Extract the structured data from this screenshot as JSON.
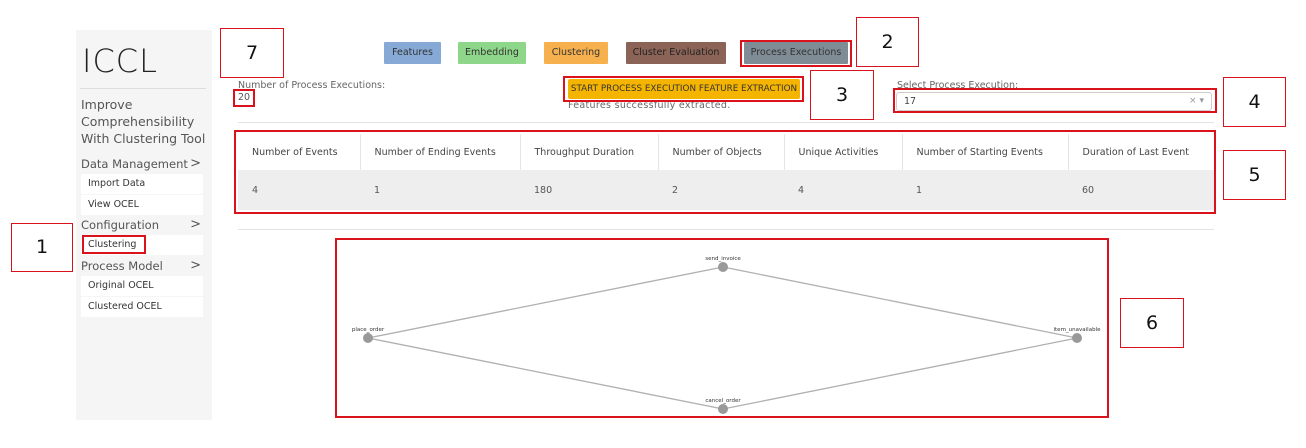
{
  "app": {
    "title": "ICCL",
    "subtitle": "Improve Comprehensibility With Clustering Tool"
  },
  "sidebar": {
    "sections": [
      {
        "label": "Data Management",
        "icon": "chevron-right-icon",
        "items": [
          "Import Data",
          "View OCEL"
        ]
      },
      {
        "label": "Configuration",
        "icon": "chevron-right-icon",
        "items": [
          "Clustering"
        ]
      },
      {
        "label": "Process Model",
        "icon": "chevron-right-icon",
        "items": [
          "Original OCEL",
          "Clustered OCEL"
        ]
      }
    ]
  },
  "tabs": [
    {
      "label": "Features",
      "color": "#86a9d6"
    },
    {
      "label": "Embedding",
      "color": "#8ed68a"
    },
    {
      "label": "Clustering",
      "color": "#f6b04e"
    },
    {
      "label": "Cluster Evaluation",
      "color": "#8b6457"
    },
    {
      "label": "Process Executions",
      "color": "#7f8c95"
    }
  ],
  "executions": {
    "label": "Number of Process Executions:",
    "value": "20"
  },
  "actions": {
    "start_label": "START PROCESS EXECUTION FEATURE EXTRACTION",
    "status": "Features successfully extracted."
  },
  "select": {
    "label": "Select Process Execution:",
    "value": "17",
    "clear_glyph": "×",
    "arrow_glyph": "▾"
  },
  "table": {
    "headers": [
      "Number of Events",
      "Number of Ending Events",
      "Throughput Duration",
      "Number of Objects",
      "Unique Activities",
      "Number of Starting Events",
      "Duration of Last Event"
    ],
    "row": [
      "4",
      "1",
      "180",
      "2",
      "4",
      "1",
      "60"
    ]
  },
  "graph": {
    "nodes": [
      "send_invoice",
      "place_order",
      "item_unavailable",
      "cancel_order"
    ],
    "edges": [
      [
        "place_order",
        "send_invoice"
      ],
      [
        "send_invoice",
        "item_unavailable"
      ],
      [
        "place_order",
        "cancel_order"
      ],
      [
        "cancel_order",
        "item_unavailable"
      ]
    ],
    "node_color": "#999999",
    "edge_color": "#b0b0b0"
  },
  "annotations": [
    "1",
    "2",
    "3",
    "4",
    "5",
    "6",
    "7"
  ],
  "annotation_color": "#d9121b"
}
